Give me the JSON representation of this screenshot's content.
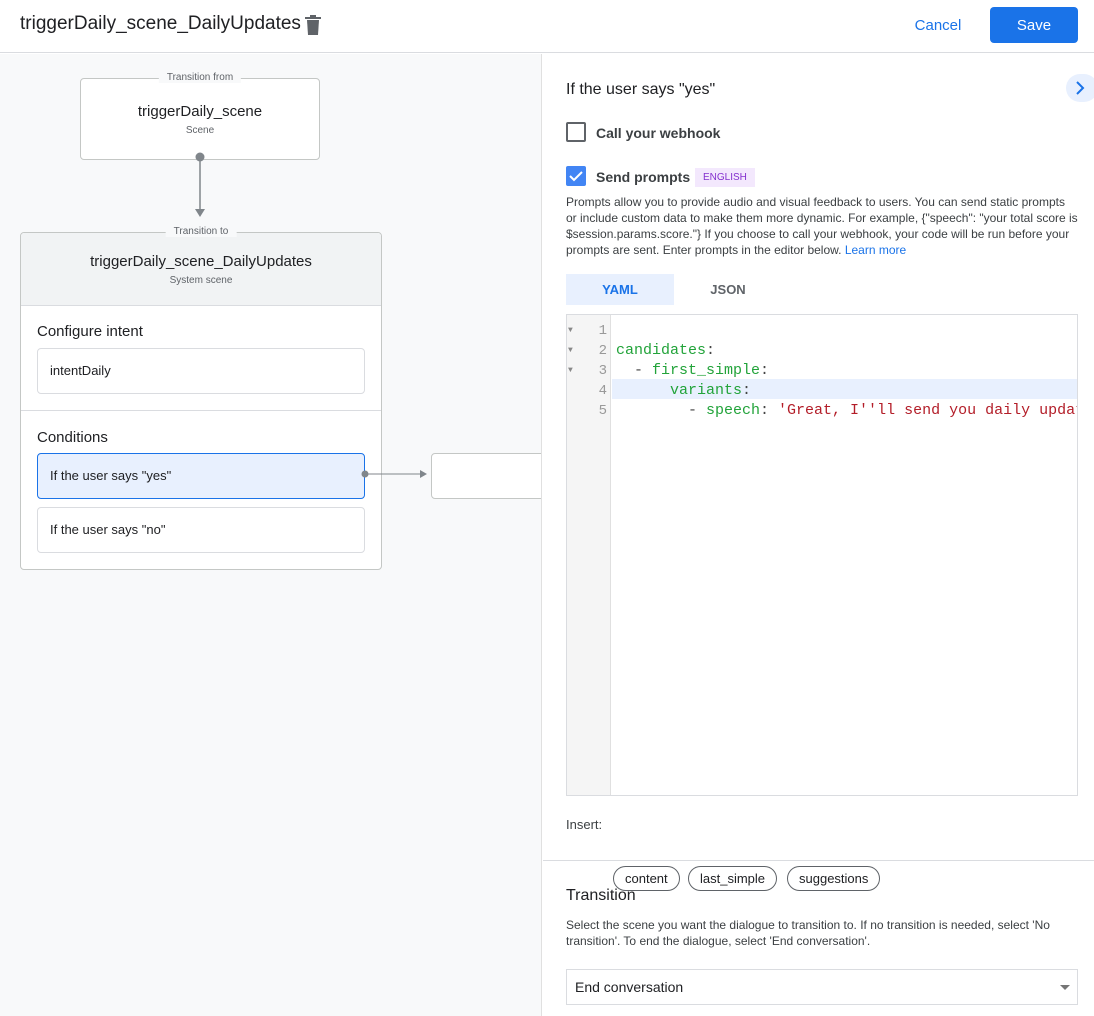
{
  "header": {
    "title": "triggerDaily_scene_DailyUpdates",
    "cancel_label": "Cancel",
    "save_label": "Save",
    "trash_icon": "trash-icon"
  },
  "canvas": {
    "from_legend": "Transition from",
    "from_name": "triggerDaily_scene",
    "from_type": "Scene",
    "to_legend": "Transition to",
    "to_name": "triggerDaily_scene_DailyUpdates",
    "to_type": "System scene",
    "intent_heading": "Configure intent",
    "intent_value": "intentDaily",
    "conditions_heading": "Conditions",
    "conditions": [
      {
        "label": "If the user says \"yes\"",
        "selected": true
      },
      {
        "label": "If the user says \"no\"",
        "selected": false
      }
    ]
  },
  "panel": {
    "heading": "If the user says \"yes\"",
    "webhook_label": "Call your webhook",
    "webhook_checked": false,
    "prompts_label": "Send prompts",
    "prompts_checked": true,
    "language_badge": "ENGLISH",
    "description": "Prompts allow you to provide audio and visual feedback to users. You can send static prompts or include custom data to make them more dynamic. For example, {\"speech\": \"your total score is $session.params.score.\"} If you choose to call your webhook, your code will be run before your prompts are sent. Enter prompts in the editor below.",
    "learn_more": "Learn more",
    "tabs": [
      {
        "label": "YAML",
        "active": true
      },
      {
        "label": "JSON",
        "active": false
      }
    ],
    "code_lines": [
      "1",
      "2",
      "3",
      "4",
      "5"
    ],
    "code": {
      "l1k": "candidates",
      "l2k": "first_simple",
      "l3k": "variants",
      "l4k": "speech",
      "l4s": "'Great, I''ll send you daily updates."
    },
    "insert_label": "Insert:",
    "insert_chips": [
      "content",
      "last_simple",
      "suggestions"
    ],
    "transition_heading": "Transition",
    "transition_desc": "Select the scene you want the dialogue to transition to. If no transition is needed, select 'No transition'. To end the dialogue, select 'End conversation'.",
    "transition_value": "End conversation"
  },
  "colors": {
    "accent": "#1a73e8",
    "selected_bg": "#e8f0fe",
    "badge_bg": "#f3e8fd",
    "badge_text": "#8430ce",
    "yaml_key": "#22a33a",
    "yaml_string": "#b31d28"
  }
}
